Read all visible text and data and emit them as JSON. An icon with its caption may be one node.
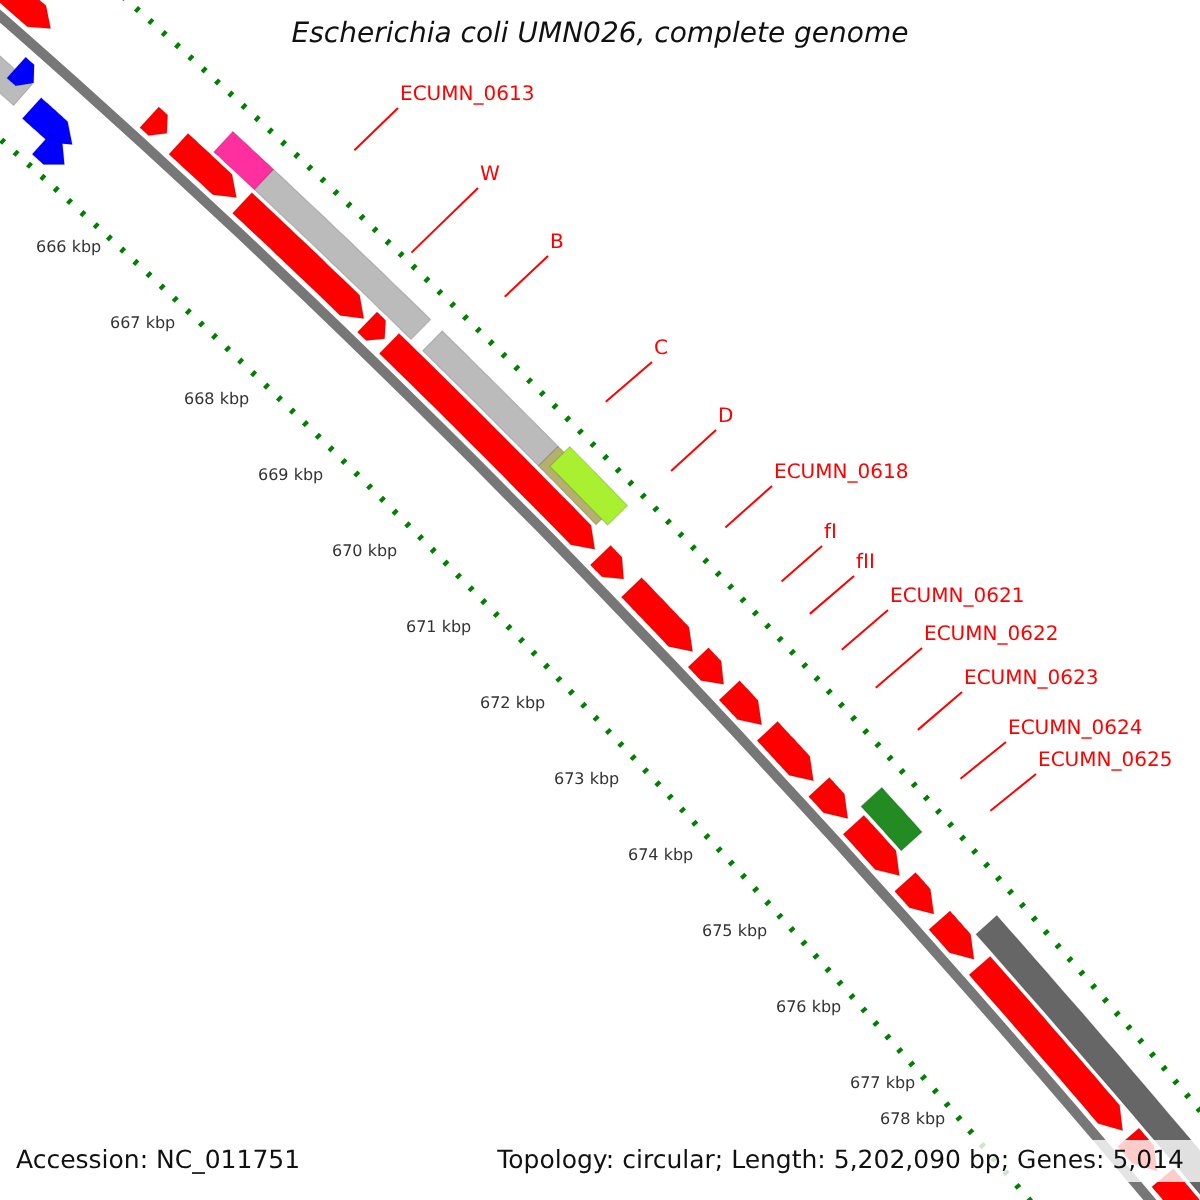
{
  "diagram": {
    "title": "Escherichia coli UMN026, complete genome",
    "nodes": [
      {
        "text": [
          "ECUMN_0613"
        ]
      },
      {
        "text": [
          "W"
        ]
      },
      {
        "text": [
          "B"
        ]
      },
      {
        "text": [
          "C"
        ]
      },
      {
        "text": [
          "D"
        ]
      },
      {
        "text": [
          "ECUMN_0618"
        ]
      },
      {
        "text": [
          "fI"
        ]
      },
      {
        "text": [
          "fII"
        ]
      },
      {
        "text": [
          "ECUMN_0621"
        ]
      },
      {
        "text": [
          "ECUMN_0622"
        ]
      },
      {
        "text": [
          "ECUMN_0623"
        ]
      },
      {
        "text": [
          "ECUMN_0624"
        ]
      },
      {
        "text": [
          "ECUMN_0625"
        ]
      },
      {
        "text": [],
        "shape": "bar"
      }
    ],
    "edges": [
      {
        "from": 0,
        "to": null,
        "arrow": "none"
      },
      {
        "from": 1,
        "to": 13,
        "arrow": "none"
      },
      {
        "from": 2,
        "to": null,
        "arrow": "none"
      },
      {
        "from": 3,
        "to": null,
        "arrow": "none"
      },
      {
        "from": 4,
        "to": null,
        "arrow": "none"
      },
      {
        "from": 5,
        "to": null,
        "arrow": "none"
      },
      {
        "from": 6,
        "to": null,
        "arrow": "none"
      },
      {
        "from": 7,
        "to": null,
        "arrow": "none"
      },
      {
        "from": 8,
        "to": null,
        "arrow": "none"
      },
      {
        "from": 9,
        "to": null,
        "arrow": "none"
      },
      {
        "from": 10,
        "to": null,
        "arrow": "none"
      },
      {
        "from": 11,
        "to": null,
        "arrow": "none"
      },
      {
        "from": 12,
        "to": null,
        "arrow": "none"
      }
    ],
    "labels": [
      "666 kbp",
      "667 kbp",
      "668 kbp",
      "669 kbp",
      "670 kbp",
      "671 kbp",
      "672 kbp",
      "673 kbp",
      "674 kbp",
      "675 kbp",
      "676 kbp",
      "677 kbp",
      "678 kbp",
      "Accession: NC_011751",
      "Topology: circular; Length: 5,202,090 bp; Genes: 5,014"
    ]
  }
}
